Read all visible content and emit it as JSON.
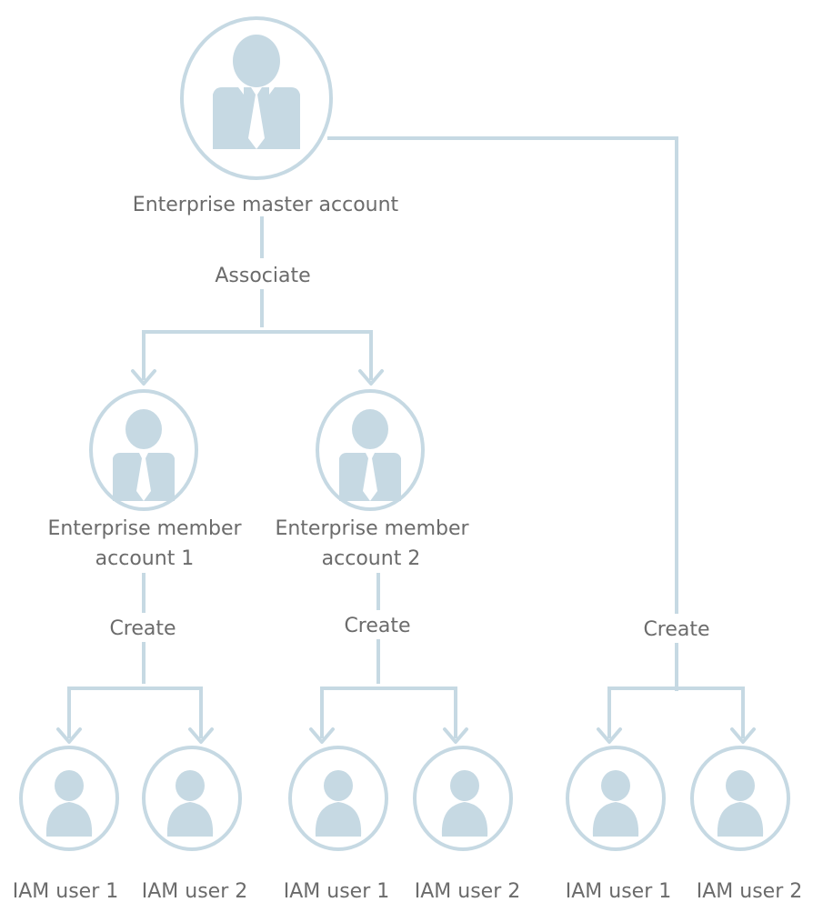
{
  "diagram": {
    "master": {
      "label": "Enterprise master account",
      "icon": "business-person-icon"
    },
    "associate_label": "Associate",
    "members": [
      {
        "label_line1": "Enterprise member",
        "label_line2": "account  1",
        "create_label": "Create",
        "users": [
          "IAM user 1",
          "IAM user 2"
        ]
      },
      {
        "label_line1": "Enterprise member",
        "label_line2": "account  2",
        "create_label": "Create",
        "users": [
          "IAM user 1",
          "IAM user 2"
        ]
      }
    ],
    "master_direct": {
      "create_label": "Create",
      "users": [
        "IAM user 1",
        "IAM user 2"
      ]
    },
    "colors": {
      "line": "#c6d9e3",
      "icon_fill": "#c6d9e3",
      "text": "#6b6b6b",
      "background": "#ffffff"
    }
  }
}
